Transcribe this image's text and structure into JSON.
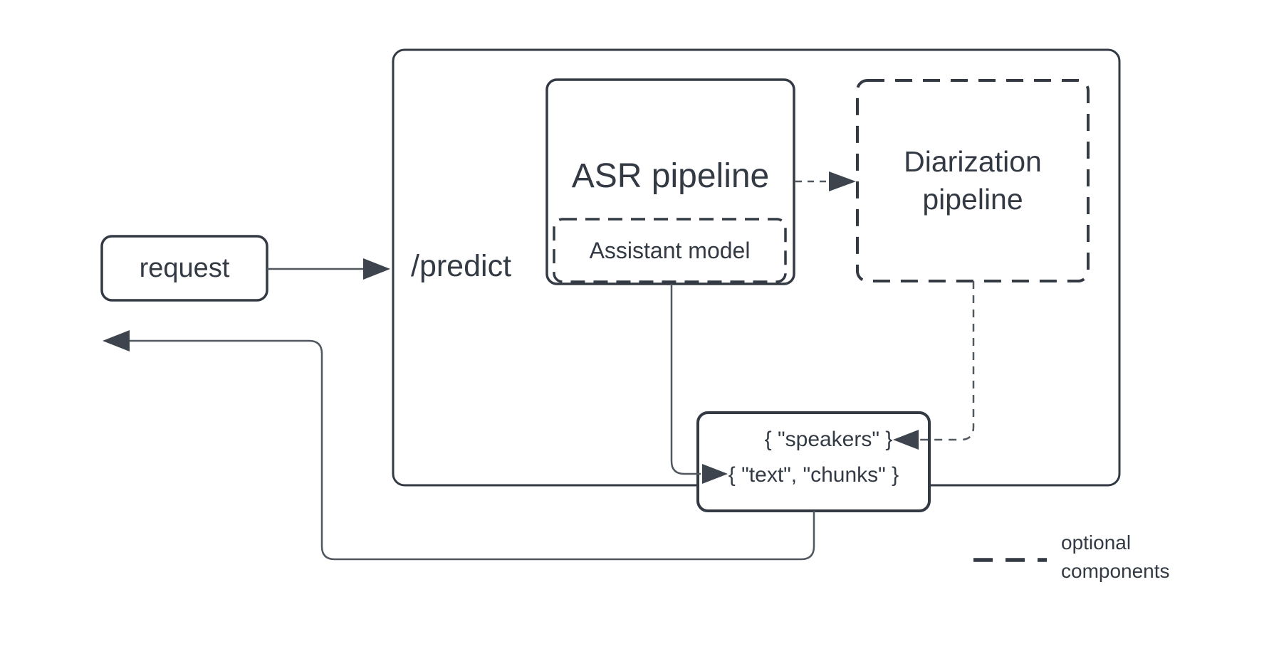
{
  "palette": {
    "stroke_dark": "#333a44",
    "connector_line": "#51575f",
    "arrowhead_fill": "#3d444e",
    "background": "#ffffff"
  },
  "nodes": {
    "request": "request",
    "predict": "/predict",
    "asr": "ASR pipeline",
    "assistant": "Assistant model",
    "diarization": "Diarization pipeline",
    "output_line1": "{ \"speakers\" }",
    "output_line2": "{ \"text\", \"chunks\" }"
  },
  "legend": {
    "label": "optional components"
  }
}
